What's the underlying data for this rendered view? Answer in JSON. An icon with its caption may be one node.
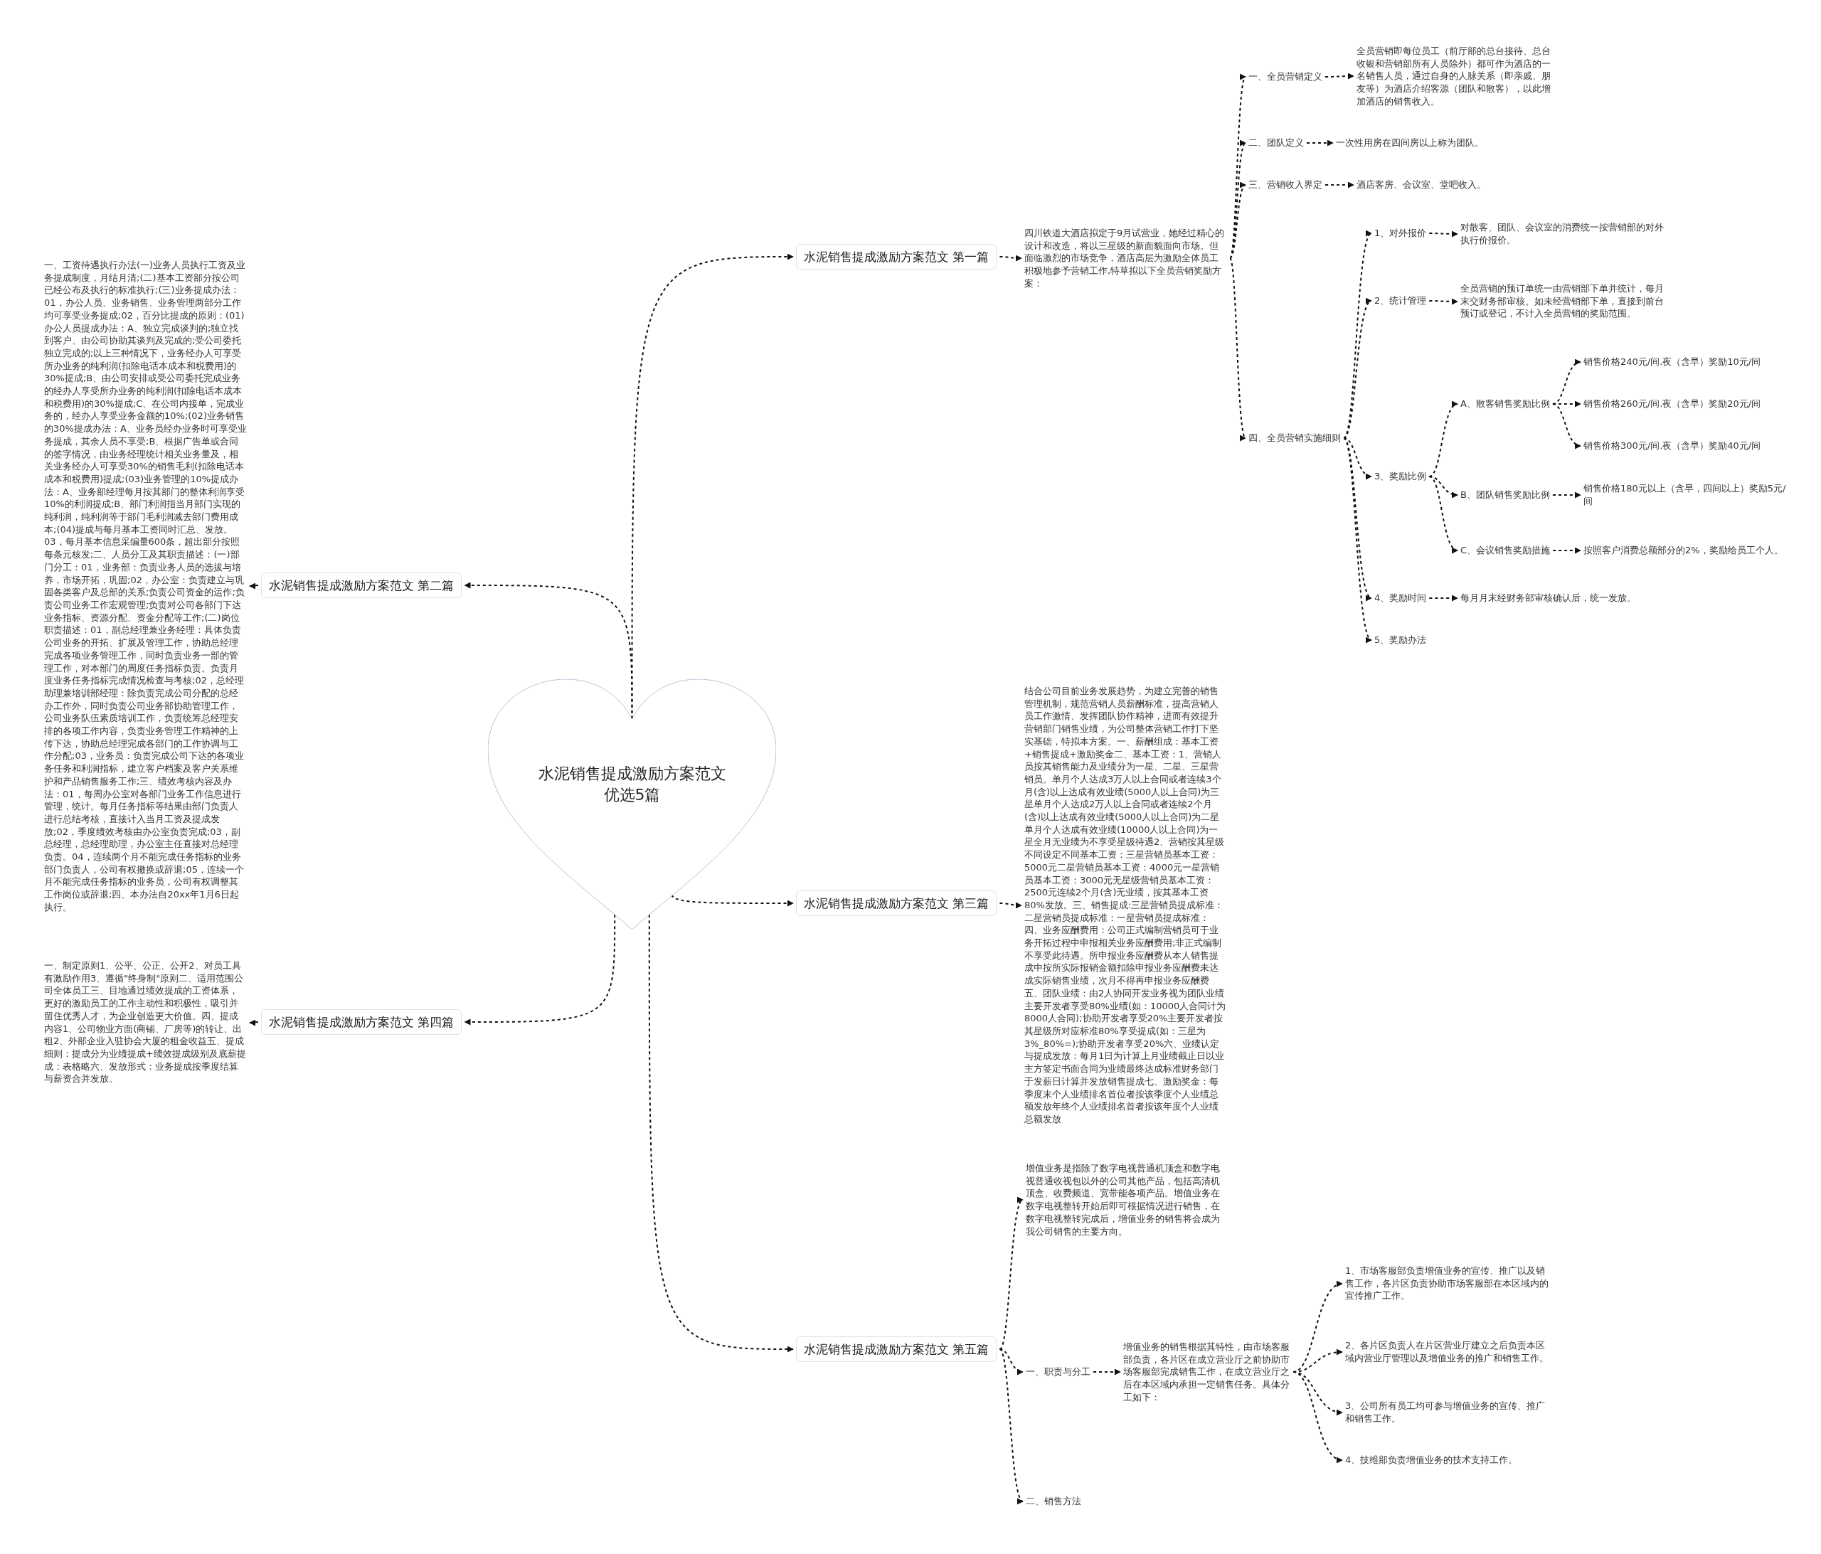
{
  "diagram": {
    "nodes": [
      {
        "text": [
          "水泥销售提成激励方案范文优选5篇"
        ]
      },
      {
        "text": [
          "水泥销售提成激励方案范文 第一篇"
        ]
      },
      {
        "text": [
          "四川铁道大酒店拟定于9月试营业，她经过精心的设计和改造，将以三星级的新面貌面向市场。但面临激烈的市场竞争，酒店高层为激励全体员工积极地参予营销工作,特草拟以下全员营销奖励方案："
        ]
      },
      {
        "text": [
          "一、全员营销定义"
        ]
      },
      {
        "text": [
          "全员营销即每位员工（前厅部的总台接待、总台收银和营销部所有人员除外）都可作为酒店的一名销售人员，通过自身的人脉关系（即亲戚、朋友等）为酒店介绍客源（团队和散客），以此增加酒店的销售收入。"
        ]
      },
      {
        "text": [
          "二、团队定义"
        ]
      },
      {
        "text": [
          "一次性用房在四间房以上称为团队。"
        ]
      },
      {
        "text": [
          "三、营销收入界定"
        ]
      },
      {
        "text": [
          "酒店客房、会议室、堂吧收入。"
        ]
      },
      {
        "text": [
          "四、全员营销实施细则"
        ]
      },
      {
        "text": [
          "1、对外报价"
        ]
      },
      {
        "text": [
          "对散客、团队、会议室的消费统一按营销部的对外执行价报价。"
        ]
      },
      {
        "text": [
          "2、统计管理"
        ]
      },
      {
        "text": [
          "全员营销的预订单统一由营销部下单并统计，每月末交财务部审核。如未经营销部下单，直接到前台预订或登记，不计入全员营销的奖励范围。"
        ]
      },
      {
        "text": [
          "3、奖励比例"
        ]
      },
      {
        "text": [
          "A、散客销售奖励比例"
        ]
      },
      {
        "text": [
          "销售价格240元/间.夜（含早）奖励10元/间"
        ]
      },
      {
        "text": [
          "销售价格260元/间.夜（含早）奖励20元/间"
        ]
      },
      {
        "text": [
          "销售价格300元/间.夜（含早）奖励40元/间"
        ]
      },
      {
        "text": [
          "B、团队销售奖励比例"
        ]
      },
      {
        "text": [
          "销售价格180元以上（含早，四间以上）奖励5元/间"
        ]
      },
      {
        "text": [
          "C、会议销售奖励措施"
        ]
      },
      {
        "text": [
          "按照客户消费总额部分的2%，奖励给员工个人。"
        ]
      },
      {
        "text": [
          "4、奖励时间"
        ]
      },
      {
        "text": [
          "每月月末经财务部审核确认后，统一发放。"
        ]
      },
      {
        "text": [
          "5、奖励办法"
        ]
      },
      {
        "text": [
          "水泥销售提成激励方案范文 第二篇"
        ]
      },
      {
        "text": [
          "一、工资待遇执行办法(一)业务人员执行工资及业务提成制度，月结月清;(二)基本工资部分按公司已经公布及执行的标准执行;(三)业务提成办法：01，办公人员、业务销售、业务管理两部分工作均可享受业务提成;02，百分比提成的原则：(01)办公人员提成办法：A、独立完成谈判的;独立找到客户、由公司协助其谈判及完成的;受公司委托独立完成的;以上三种情况下，业务经办人可享受所办业务的纯利润(扣除电话本成本和税费用)的30%提成;B、由公司安排或受公司委托完成业务的经办人享受所办业务的纯利润(扣除电话本成本和税费用)的30%提成;C、在公司内接单，完成业务的，经办人享受业务金额的10%;(02)业务销售的30%提成办法：A、业务员经办业务时可享受业务提成，其余人员不享受;B、根据广告单或合同的签字情况，由业务经理统计相关业务量及，相关业务经办人可享受30%的销售毛利(扣除电话本成本和税费用)提成;(03)业务管理的10%提成办法：A、业务部经理每月按其部门的整体利润享受10%的利润提成;B、部门利润指当月部门实现的纯利润，纯利润等于部门毛利润减去部门费用成本;(04)提成与每月基本工资同时汇总、发放。03，每月基本信息采编量600条，超出部分按照每条元核发;二、人员分工及其职责描述：(一)部门分工：01，业务部：负责业务人员的选拔与培养，市场开拓，巩固;02，办公室：负责建立与巩固各类客户及总部的关系;负责公司资金的运作;负责公司业务工作宏观管理;负责对公司各部门下达业务指标、资源分配、资金分配等工作;(二)岗位职责描述：01，副总经理兼业务经理：具体负责公司业务的开拓、扩展及管理工作，协助总经理完成各项业务管理工作，同时负责业务一部的管理工作，对本部门的周度任务指标负责。负责月度业务任务指标完成情况检查与考核;02，总经理助理兼培训部经理：除负责完成公司分配的总经办工作外，同时负责公司业务部协助管理工作，公司业务队伍素质培训工作，负责统筹总经理安排的各项工作内容，负责业务管理工作精神的上传下达，协助总经理完成各部门的工作协调与工作分配;03，业务员：负责完成公司下达的各项业务任务和利润指标，建立客户档案及客户关系维护和产品销售服务工作;三、绩效考核内容及办法：01，每周办公室对各部门业务工作信息进行管理，统计。每月任务指标等结果由部门负责人进行总结考核，直接计入当月工资及提成发放;02，季度绩效考核由办公室负责完成;03，副总经理，总经理助理，办公室主任直接对总经理负责。04，连续两个月不能完成任务指标的业务部门负责人，公司有权撤换或辞退;05，连续一个月不能完成任务指标的业务员，公司有权调整其工作岗位或辞退;四、本办法自20xx年1月6日起执行。"
        ]
      },
      {
        "text": [
          "水泥销售提成激励方案范文 第三篇"
        ]
      },
      {
        "text": [
          "结合公司目前业务发展趋势，为建立完善的销售管理机制，规范营销人员薪酬标准，提高营销人员工作激情、发挥团队协作精神，进而有效提升营销部门销售业绩，为公司整体营销工作打下坚实基础，特拟本方案。一、薪酬组成：基本工资+销售提成+激励奖金二、基本工资：1、营销人员按其销售能力及业绩分为一星、二星、三星营销员。单月个人达成3万人以上合同或者连续3个月(含)以上达成有效业绩(5000人以上合同)为三星单月个人达成2万人以上合同或者连续2个月(含)以上达成有效业绩(5000人以上合同)为二星单月个人达成有效业绩(10000人以上合同)为一星全月无业绩为不享受星级待遇2、营销按其星级不同设定不同基本工资：三星营销员基本工资：5000元二星营销员基本工资：4000元一星营销员基本工资：3000元无星级营销员基本工资：2500元连续2个月(含)无业绩，按其基本工资80%发放。三、销售提成:三星营销员提成标准：二星营销员提成标准：一星营销员提成标准：四、业务应酬费用：公司正式编制营销员可于业务开拓过程中申报相关业务应酬费用;非正式编制不享受此待遇。所申报业务应酬费从本人销售提成中按所实际报销金额扣除申报业务应酬费未达成实际销售业绩，次月不得再申报业务应酬费五、团队业绩：由2人协同开发业务视为团队业绩主要开发者享受80%业绩(如：10000人合同计为8000人合同);协助开发者享受20%主要开发者按其星级所对应标准80%享受提成(如：三星为3%_80%=);协助开发者享受20%六、业绩认定与提成发放：每月1日为计算上月业绩截止日以业主方签定书面合同为业绩最终达成标准财务部门于发薪日计算并发放销售提成七、激励奖金：每季度末个人业绩排名首位者按该季度个人业绩总额发放年终个人业绩排名首者按该年度个人业绩总额发放"
        ]
      },
      {
        "text": [
          "水泥销售提成激励方案范文 第四篇"
        ]
      },
      {
        "text": [
          "一、制定原则1、公平、公正、公开2、对员工具有激励作用3、遵循\"终身制\"原则二、适用范围公司全体员工三、目地通过绩效提成的工资体系，更好的激励员工的工作主动性和积极性，吸引并留住优秀人才，为企业创造更大价值。四、提成内容1、公司物业方面(商铺、厂房等)的转让、出租2、外部企业入驻协会大厦的租金收益五、提成细则：提成分为业绩提成+绩效提成级别及底薪提成：表格略六、发放形式：业务提成按季度结算与薪资合并发放。"
        ]
      },
      {
        "text": [
          "水泥销售提成激励方案范文 第五篇"
        ]
      },
      {
        "text": [
          "增值业务是指除了数字电视普通机顶盒和数字电视普通收视包以外的公司其他产品，包括高清机顶盒、收费频道、宽带能各项产品。增值业务在数字电视整转开始后即可根据情况进行销售，在数字电视整转完成后，增值业务的销售将会成为我公司销售的主要方向。"
        ]
      },
      {
        "text": [
          "一、职责与分工"
        ]
      },
      {
        "text": [
          "增值业务的销售根据其特性，由市场客服部负责，各片区在成立营业厅之前协助市场客服部完成销售工作，在成立营业厅之后在本区域内承担一定销售任务。具体分工如下："
        ]
      },
      {
        "text": [
          "1、市场客服部负责增值业务的宣传、推广以及销售工作，各片区负责协助市场客服部在本区域内的宣传推广工作。"
        ]
      },
      {
        "text": [
          "2、各片区负责人在片区营业厅建立之后负责本区域内营业厅管理以及增值业务的推广和销售工作。"
        ]
      },
      {
        "text": [
          "3、公司所有员工均可参与增值业务的宣传、推广和销售工作。"
        ]
      },
      {
        "text": [
          "4、技维部负责增值业务的技术支持工作。"
        ]
      },
      {
        "text": [
          "二、销售方法"
        ]
      }
    ],
    "edges": [
      {
        "from": 0,
        "to": 1,
        "arrow": "to"
      },
      {
        "from": 1,
        "to": 2,
        "arrow": "to"
      },
      {
        "from": 2,
        "to": 3,
        "arrow": "to"
      },
      {
        "from": 3,
        "to": 4,
        "arrow": "to"
      },
      {
        "from": 2,
        "to": 5,
        "arrow": "to"
      },
      {
        "from": 5,
        "to": 6,
        "arrow": "to"
      },
      {
        "from": 2,
        "to": 7,
        "arrow": "to"
      },
      {
        "from": 7,
        "to": 8,
        "arrow": "to"
      },
      {
        "from": 2,
        "to": 9,
        "arrow": "to"
      },
      {
        "from": 9,
        "to": 10,
        "arrow": "to"
      },
      {
        "from": 10,
        "to": 11,
        "arrow": "to"
      },
      {
        "from": 9,
        "to": 12,
        "arrow": "to"
      },
      {
        "from": 12,
        "to": 13,
        "arrow": "to"
      },
      {
        "from": 9,
        "to": 14,
        "arrow": "to"
      },
      {
        "from": 14,
        "to": 15,
        "arrow": "to"
      },
      {
        "from": 15,
        "to": 16,
        "arrow": "to"
      },
      {
        "from": 15,
        "to": 17,
        "arrow": "to"
      },
      {
        "from": 15,
        "to": 18,
        "arrow": "to"
      },
      {
        "from": 14,
        "to": 19,
        "arrow": "to"
      },
      {
        "from": 19,
        "to": 20,
        "arrow": "to"
      },
      {
        "from": 14,
        "to": 21,
        "arrow": "to"
      },
      {
        "from": 21,
        "to": 22,
        "arrow": "to"
      },
      {
        "from": 9,
        "to": 23,
        "arrow": "to"
      },
      {
        "from": 23,
        "to": 24,
        "arrow": "to"
      },
      {
        "from": 9,
        "to": 25,
        "arrow": "to"
      },
      {
        "from": 0,
        "to": 26,
        "arrow": "to"
      },
      {
        "from": 26,
        "to": 27,
        "arrow": "to"
      },
      {
        "from": 0,
        "to": 28,
        "arrow": "to"
      },
      {
        "from": 28,
        "to": 29,
        "arrow": "to"
      },
      {
        "from": 0,
        "to": 30,
        "arrow": "to"
      },
      {
        "from": 30,
        "to": 31,
        "arrow": "to"
      },
      {
        "from": 0,
        "to": 32,
        "arrow": "to"
      },
      {
        "from": 32,
        "to": 33,
        "arrow": "to"
      },
      {
        "from": 32,
        "to": 34,
        "arrow": "to"
      },
      {
        "from": 34,
        "to": 35,
        "arrow": "to"
      },
      {
        "from": 35,
        "to": 36,
        "arrow": "to"
      },
      {
        "from": 35,
        "to": 37,
        "arrow": "to"
      },
      {
        "from": 35,
        "to": 38,
        "arrow": "to"
      },
      {
        "from": 35,
        "to": 39,
        "arrow": "to"
      },
      {
        "from": 32,
        "to": 40,
        "arrow": "to"
      }
    ]
  }
}
